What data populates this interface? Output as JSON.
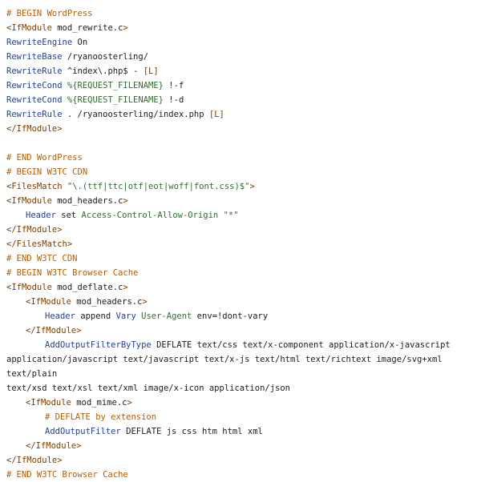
{
  "lines": [
    {
      "indent": 0,
      "tokens": [
        {
          "t": "# BEGIN WordPress",
          "c": "comment"
        }
      ]
    },
    {
      "indent": 0,
      "tokens": [
        {
          "t": "<IfModule",
          "c": "tag"
        },
        {
          "t": " mod_rewrite.c",
          "c": "plain"
        },
        {
          "t": ">",
          "c": "tag"
        }
      ]
    },
    {
      "indent": 0,
      "tokens": [
        {
          "t": "RewriteEngine",
          "c": "kw"
        },
        {
          "t": " On",
          "c": "plain"
        }
      ]
    },
    {
      "indent": 0,
      "tokens": [
        {
          "t": "RewriteBase",
          "c": "kw"
        },
        {
          "t": " /ryanoosterling/",
          "c": "plain"
        }
      ]
    },
    {
      "indent": 0,
      "tokens": [
        {
          "t": "RewriteRule",
          "c": "kw"
        },
        {
          "t": " ^index\\.php$ - ",
          "c": "plain"
        },
        {
          "t": "[L]",
          "c": "flag"
        }
      ]
    },
    {
      "indent": 0,
      "tokens": [
        {
          "t": "RewriteCond",
          "c": "kw"
        },
        {
          "t": " ",
          "c": "plain"
        },
        {
          "t": "%{REQUEST_FILENAME}",
          "c": "var"
        },
        {
          "t": " !-f",
          "c": "plain"
        }
      ]
    },
    {
      "indent": 0,
      "tokens": [
        {
          "t": "RewriteCond",
          "c": "kw"
        },
        {
          "t": " ",
          "c": "plain"
        },
        {
          "t": "%{REQUEST_FILENAME}",
          "c": "var"
        },
        {
          "t": " !-d",
          "c": "plain"
        }
      ]
    },
    {
      "indent": 0,
      "tokens": [
        {
          "t": "RewriteRule",
          "c": "kw"
        },
        {
          "t": " . /ryanoosterling/index.php ",
          "c": "plain"
        },
        {
          "t": "[L]",
          "c": "flag"
        }
      ]
    },
    {
      "indent": 0,
      "tokens": [
        {
          "t": "</IfModule>",
          "c": "tag"
        }
      ]
    },
    {
      "indent": 0,
      "tokens": []
    },
    {
      "indent": 0,
      "tokens": [
        {
          "t": "# END WordPress",
          "c": "comment"
        }
      ]
    },
    {
      "indent": 0,
      "tokens": [
        {
          "t": "# BEGIN W3TC CDN",
          "c": "comment"
        }
      ]
    },
    {
      "indent": 0,
      "tokens": [
        {
          "t": "<FilesMatch",
          "c": "tag"
        },
        {
          "t": " ",
          "c": "plain"
        },
        {
          "t": "\"\\.(ttf|ttc|otf|eot|woff|font.css)$\"",
          "c": "str"
        },
        {
          "t": ">",
          "c": "tag"
        }
      ]
    },
    {
      "indent": 0,
      "tokens": [
        {
          "t": "<IfModule",
          "c": "tag"
        },
        {
          "t": " mod_headers.c",
          "c": "plain"
        },
        {
          "t": ">",
          "c": "tag"
        }
      ]
    },
    {
      "indent": 1,
      "tokens": [
        {
          "t": "Header",
          "c": "kw"
        },
        {
          "t": " set ",
          "c": "plain"
        },
        {
          "t": "Access-Control-Allow-Origin",
          "c": "var"
        },
        {
          "t": " ",
          "c": "plain"
        },
        {
          "t": "\"*\"",
          "c": "str"
        }
      ]
    },
    {
      "indent": 0,
      "tokens": [
        {
          "t": "</IfModule>",
          "c": "tag"
        }
      ]
    },
    {
      "indent": 0,
      "tokens": [
        {
          "t": "</FilesMatch>",
          "c": "tag"
        }
      ]
    },
    {
      "indent": 0,
      "tokens": [
        {
          "t": "# END W3TC CDN",
          "c": "comment"
        }
      ]
    },
    {
      "indent": 0,
      "tokens": [
        {
          "t": "# BEGIN W3TC Browser Cache",
          "c": "comment"
        }
      ]
    },
    {
      "indent": 0,
      "tokens": [
        {
          "t": "<IfModule",
          "c": "tag"
        },
        {
          "t": " mod_deflate.c",
          "c": "plain"
        },
        {
          "t": ">",
          "c": "tag"
        }
      ]
    },
    {
      "indent": 1,
      "tokens": [
        {
          "t": "<IfModule",
          "c": "tag"
        },
        {
          "t": " mod_headers.c",
          "c": "plain"
        },
        {
          "t": ">",
          "c": "tag"
        }
      ]
    },
    {
      "indent": 2,
      "tokens": [
        {
          "t": "Header",
          "c": "kw"
        },
        {
          "t": " append ",
          "c": "plain"
        },
        {
          "t": "Vary",
          "c": "kw2"
        },
        {
          "t": " ",
          "c": "plain"
        },
        {
          "t": "User-Agent",
          "c": "var"
        },
        {
          "t": " env=!dont-vary",
          "c": "plain"
        }
      ]
    },
    {
      "indent": 1,
      "tokens": [
        {
          "t": "</IfModule>",
          "c": "tag"
        }
      ]
    },
    {
      "indent": 2,
      "tokens": [
        {
          "t": "AddOutputFilterByType",
          "c": "kw"
        },
        {
          "t": " DEFLATE text/css text/x-component application/x-javascript",
          "c": "plain"
        }
      ]
    },
    {
      "indent": 0,
      "tokens": [
        {
          "t": "application/javascript text/javascript text/x-js text/html text/richtext image/svg+xml text/plain",
          "c": "plain"
        }
      ]
    },
    {
      "indent": 0,
      "tokens": [
        {
          "t": "text/xsd text/xsl text/xml image/x-icon application/json",
          "c": "plain"
        }
      ]
    },
    {
      "indent": 1,
      "tokens": [
        {
          "t": "<IfModule",
          "c": "tag"
        },
        {
          "t": " mod_mime.c",
          "c": "plain"
        },
        {
          "t": ">",
          "c": "tag"
        }
      ]
    },
    {
      "indent": 2,
      "tokens": [
        {
          "t": "# DEFLATE by extension",
          "c": "comment"
        }
      ]
    },
    {
      "indent": 2,
      "tokens": [
        {
          "t": "AddOutputFilter",
          "c": "kw"
        },
        {
          "t": " DEFLATE js css htm html xml",
          "c": "plain"
        }
      ]
    },
    {
      "indent": 1,
      "tokens": [
        {
          "t": "</IfModule>",
          "c": "tag"
        }
      ]
    },
    {
      "indent": 0,
      "tokens": [
        {
          "t": "</IfModule>",
          "c": "tag"
        }
      ]
    },
    {
      "indent": 0,
      "tokens": [
        {
          "t": "# END W3TC Browser Cache",
          "c": "comment"
        }
      ]
    }
  ],
  "colors": {
    "comment": "#b85c00",
    "tag": "#7a3c00",
    "keyword": "#1f3f99",
    "string": "#2f6f2f",
    "text": "#1c1c1c",
    "background": "#ffffff"
  }
}
